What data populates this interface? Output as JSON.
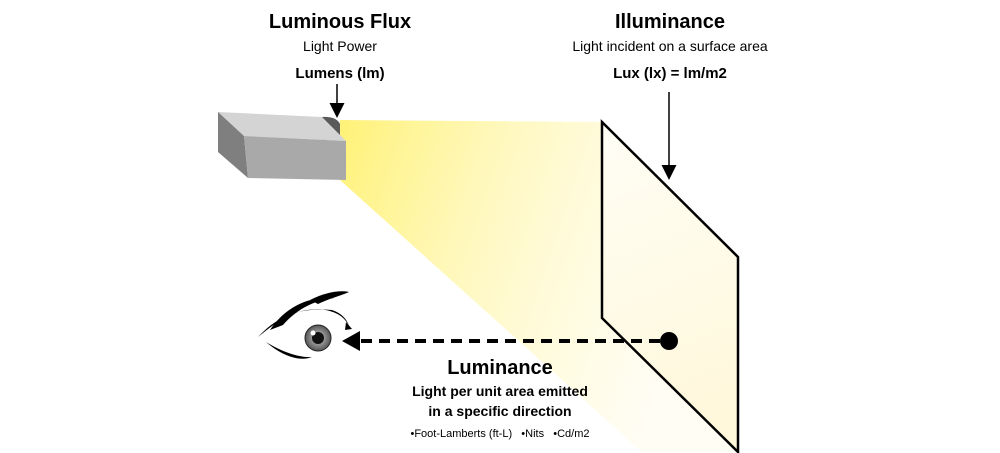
{
  "luminous_flux": {
    "title": "Luminous Flux",
    "subtitle": "Light Power",
    "unit": "Lumens (lm)"
  },
  "illuminance": {
    "title": "Illuminance",
    "subtitle": "Light incident on a surface area",
    "unit": "Lux (lx) = lm/m2"
  },
  "luminance": {
    "title": "Luminance",
    "line1": "Light per unit area emitted",
    "line2": "in a specific direction",
    "units": "•Foot-Lamberts (ft-L)   •Nits   •Cd/m2"
  },
  "icons": [
    "light-source-icon",
    "eye-icon",
    "surface-panel",
    "arrow-icon"
  ],
  "colors": {
    "light_beam": "#fff27a",
    "surface_fill": "#fffbe6",
    "projector_front": "#a9a9a9",
    "projector_top": "#d4d4d4",
    "projector_side": "#7f7f7f",
    "line": "#000000"
  }
}
